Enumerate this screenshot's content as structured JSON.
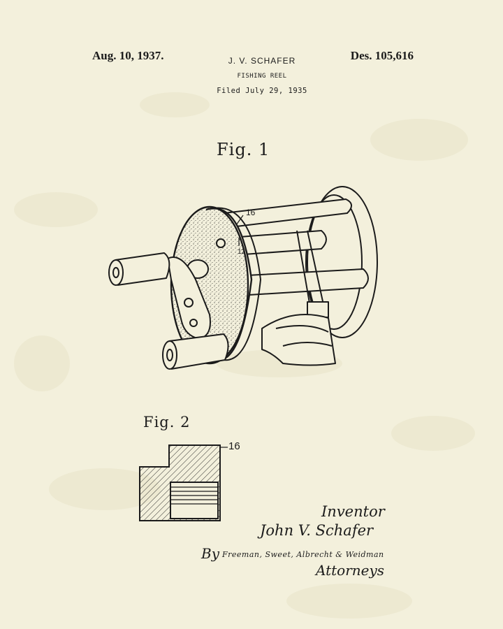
{
  "header": {
    "date": "Aug. 10, 1937.",
    "inventor_name": "J. V. SCHAFER",
    "title": "FISHING REEL",
    "filed": "Filed July 29, 1935",
    "patent_number": "Des. 105,616"
  },
  "figures": {
    "fig1_label": "Fig. 1",
    "fig2_label": "Fig. 2",
    "reference_numbers": [
      "16",
      "12",
      "16"
    ]
  },
  "signature_block": {
    "inventor_heading": "Inventor",
    "inventor_signature": "John V. Schafer",
    "by": "By",
    "attorney_names": "Freeman, Sweet, Albrecht & Weidman",
    "attorneys_label": "Attorneys"
  },
  "colors": {
    "paper": "#f3f0dc",
    "ink": "#1b1b1b"
  }
}
